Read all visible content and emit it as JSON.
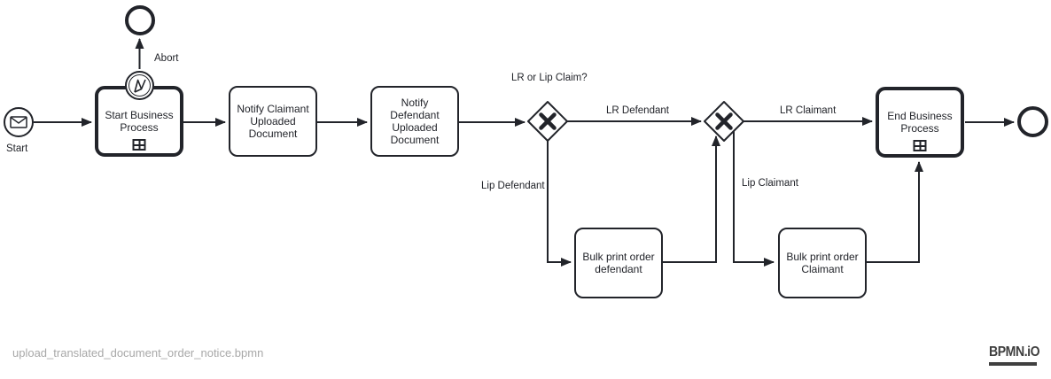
{
  "colors": {
    "ink": "#22242a",
    "gray": "#a8a8a8",
    "logo": "#3f3f3f"
  },
  "diagram": {
    "events": {
      "start_label": "Start",
      "abort_label": "Abort"
    },
    "tasks": {
      "start_business_process": "Start Business Process",
      "notify_claimant": "Notify Claimant Uploaded Document",
      "notify_defendant": "Notify Defendant Uploaded Document",
      "bulk_print_defendant": "Bulk print order defendant",
      "bulk_print_claimant": "Bulk print order Claimant",
      "end_business_process": "End Business Process"
    },
    "gateway_question": "LR or Lip Claim?",
    "flow_labels": {
      "lr_defendant": "LR Defendant",
      "lip_defendant": "Lip Defendant",
      "lr_claimant": "LR Claimant",
      "lip_claimant": "Lip Claimant"
    }
  },
  "footer": {
    "filename": "upload_translated_document_order_notice.bpmn"
  },
  "branding": {
    "logo_text": "BPMN.iO"
  }
}
